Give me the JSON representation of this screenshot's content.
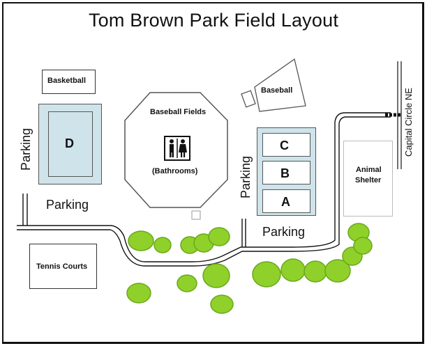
{
  "title": "Tom Brown Park Field Layout",
  "labels": {
    "basketball": "Basketball",
    "baseball_top": "Baseball",
    "baseball_fields": "Baseball Fields",
    "bathrooms": "(Bathrooms)",
    "field_d": "D",
    "field_c": "C",
    "field_b": "B",
    "field_a": "A",
    "parking_left_vertical": "Parking",
    "parking_left_horizontal": "Parking",
    "parking_center_vertical": "Parking",
    "parking_center_horizontal": "Parking",
    "animal_shelter_line1": "Animal",
    "animal_shelter_line2": "Shelter",
    "tennis_courts": "Tennis Courts",
    "capital_circle": "Capital Circle NE"
  },
  "colors": {
    "field_fill": "#cfe3ea",
    "tree_fill": "#8fd12a",
    "tree_stroke": "#6aa81a",
    "road": "#111111"
  },
  "icons": {
    "restroom": "restroom-icon",
    "tree": "tree-icon"
  }
}
